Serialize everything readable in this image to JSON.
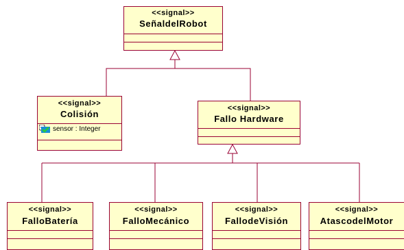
{
  "colors": {
    "fill": "#ffffcc",
    "border": "#990033"
  },
  "classes": {
    "senal_robot": {
      "stereotype": "<<signal>>",
      "name": "SeñaldelRobot"
    },
    "colision": {
      "stereotype": "<<signal>>",
      "name": "Colisión",
      "attributes": [
        {
          "name": "sensor",
          "type": "Integer",
          "text": "sensor : Integer",
          "icon": "attribute-icon"
        }
      ]
    },
    "fallo_hardware": {
      "stereotype": "<<signal>>",
      "name": "Fallo Hardware"
    },
    "fallo_bateria": {
      "stereotype": "<<signal>>",
      "name": "FalloBatería"
    },
    "fallo_mecanico": {
      "stereotype": "<<signal>>",
      "name": "FalloMecánico"
    },
    "fallo_vision": {
      "stereotype": "<<signal>>",
      "name": "FallodeVisión"
    },
    "atasco_motor": {
      "stereotype": "<<signal>>",
      "name": "AtascodelMotor"
    }
  },
  "relations": [
    {
      "type": "generalization",
      "parent": "SeñaldelRobot",
      "children": [
        "Colisión",
        "Fallo Hardware"
      ]
    },
    {
      "type": "generalization",
      "parent": "Fallo Hardware",
      "children": [
        "FalloBatería",
        "FalloMecánico",
        "FallodeVisión",
        "AtascodelMotor"
      ]
    }
  ]
}
